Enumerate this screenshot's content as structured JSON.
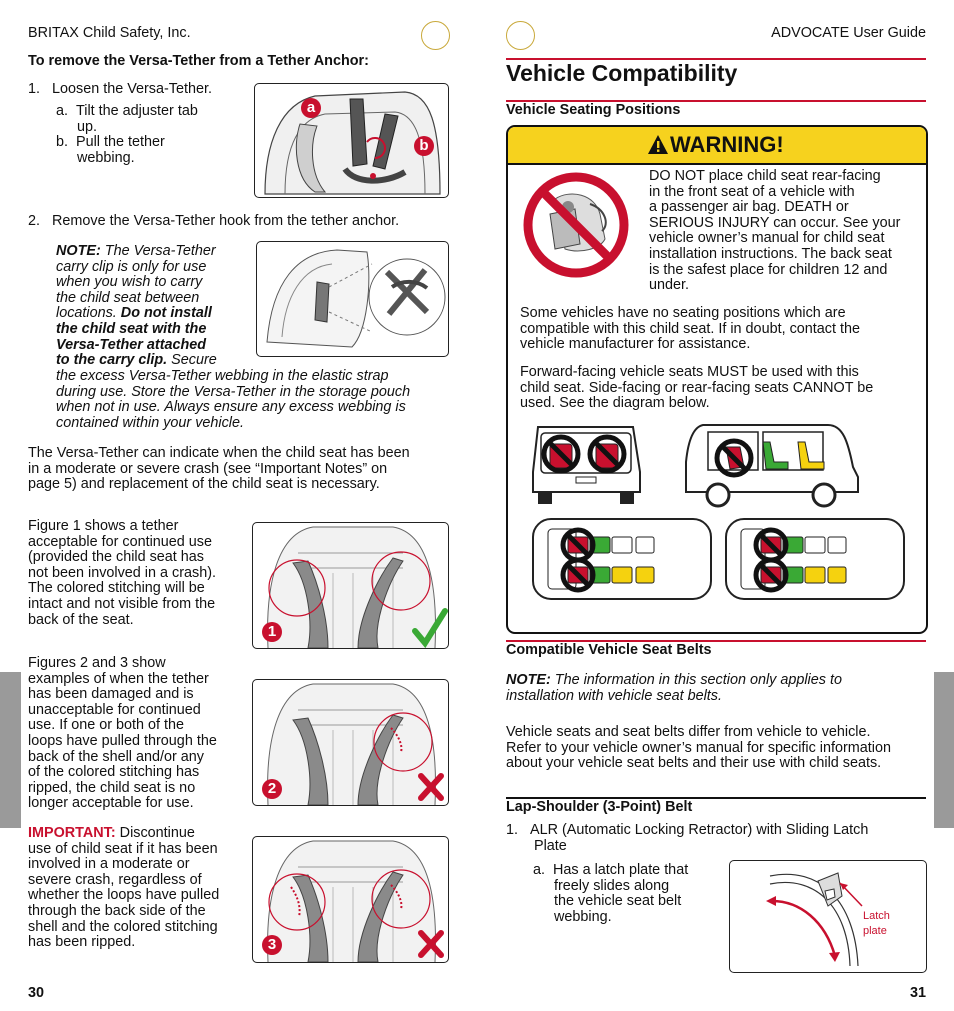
{
  "left_page": {
    "header": "BRITAX Child Safety, Inc.",
    "section_heading": "To remove the Versa-Tether from a Tether Anchor:",
    "step1": "1.   Loosen the Versa-Tether.",
    "step1a_l1": "a.  Tilt the adjuster tab",
    "step1a_l2": "up.",
    "step1b_l1": "b.  Pull the tether",
    "step1b_l2": "webbing.",
    "step2": "2.   Remove the Versa-Tether hook from the tether anchor.",
    "note_label": "NOTE:",
    "note_l1": "The Versa-Tether",
    "note_l2": "carry clip is only for use",
    "note_l3": "when you wish to carry",
    "note_l4": "the child seat between",
    "note_l5_a": "locations.",
    "note_l5_b": "Do not install",
    "note_l6": "the child seat with the",
    "note_l7": "Versa-Tether attached",
    "note_l8_a": "to the carry clip.",
    "note_l8_b": "Secure",
    "note_l9": "the excess Versa-Tether webbing in the elastic strap",
    "note_l10": "during use. Store the Versa-Tether in the storage pouch",
    "note_l11": "when not in use. Always ensure any excess webbing is",
    "note_l12": "contained within your vehicle.",
    "crash_l1": "The Versa-Tether can indicate when the child seat has been",
    "crash_l2": "in a moderate or severe crash (see “Important Notes” on",
    "crash_l3": "page 5) and replacement of the child seat is necessary.",
    "fig1_text": [
      "Figure 1 shows a tether",
      "acceptable for continued use",
      "(provided the child seat has",
      "not been involved in a crash).",
      "The colored stitching will be",
      "intact and not visible from the",
      "back of the seat."
    ],
    "fig23_text": [
      "Figures 2 and 3 show",
      "examples of when the tether",
      "has been damaged and is",
      "unacceptable for continued",
      "use. If one or both of the",
      "loops have pulled through the",
      "back of the shell and/or any",
      "of the colored stitching has",
      "ripped, the child seat is no",
      "longer acceptable for use."
    ],
    "important_label": "IMPORTANT:",
    "important_l1": "Discontinue",
    "important_rest": [
      "use of child seat if it has been",
      "involved in a moderate or",
      "severe crash, regardless of",
      "whether the loops have pulled",
      "through the back side of the",
      "shell and the colored stitching",
      "has been ripped."
    ],
    "page_number": "30",
    "badge_a": "a",
    "badge_b": "b",
    "fig_num_1": "1",
    "fig_num_2": "2",
    "fig_num_3": "3"
  },
  "right_page": {
    "header": "ADVOCATE User Guide",
    "title": "Vehicle Compatibility",
    "subheading1": "Vehicle Seating Positions",
    "warning_title": "WARNING!",
    "warn_lines": [
      "DO NOT place child seat rear-facing",
      "in the front seat of a vehicle with",
      "a passenger air bag. DEATH or",
      "SERIOUS INJURY can occur. See your",
      "vehicle owner’s manual for child seat",
      "installation instructions. The back seat",
      "is the safest place for children 12 and",
      "under."
    ],
    "para1": [
      "Some vehicles have no seating positions which are",
      "compatible with this child seat. If in doubt, contact the",
      "vehicle manufacturer for assistance."
    ],
    "para2": [
      "Forward-facing vehicle seats MUST be used with this",
      "child seat. Side-facing or rear-facing seats CANNOT be",
      "used. See the diagram below."
    ],
    "subheading2": "Compatible Vehicle Seat Belts",
    "note_label": "NOTE:",
    "note_l1": "The information in this section only applies to",
    "note_l2": "installation with vehicle seat belts.",
    "para3": [
      "Vehicle seats and seat belts differ from vehicle to vehicle.",
      "Refer to your vehicle owner’s manual for specific information",
      "about your vehicle seat belts and their use with child seats."
    ],
    "subheading3": "Lap-Shoulder (3-Point) Belt",
    "step1_l1": "1.   ALR (Automatic Locking Retractor) with Sliding Latch",
    "step1_l2": "Plate",
    "step1a": [
      "a.  Has a latch plate that",
      "freely slides along",
      "the vehicle seat belt",
      "webbing."
    ],
    "latch_l1": "Latch",
    "latch_l2": "plate",
    "page_number": "31"
  },
  "colors": {
    "brand_red": "#c8102e",
    "warning_yellow": "#f6d21e",
    "seat_green": "#3aa935",
    "seat_yellow": "#f5d20f",
    "sidebar_gray": "#9a9a9a"
  },
  "icons": [
    "warning-triangle-icon",
    "check-icon",
    "x-icon",
    "no-symbol-icon"
  ]
}
